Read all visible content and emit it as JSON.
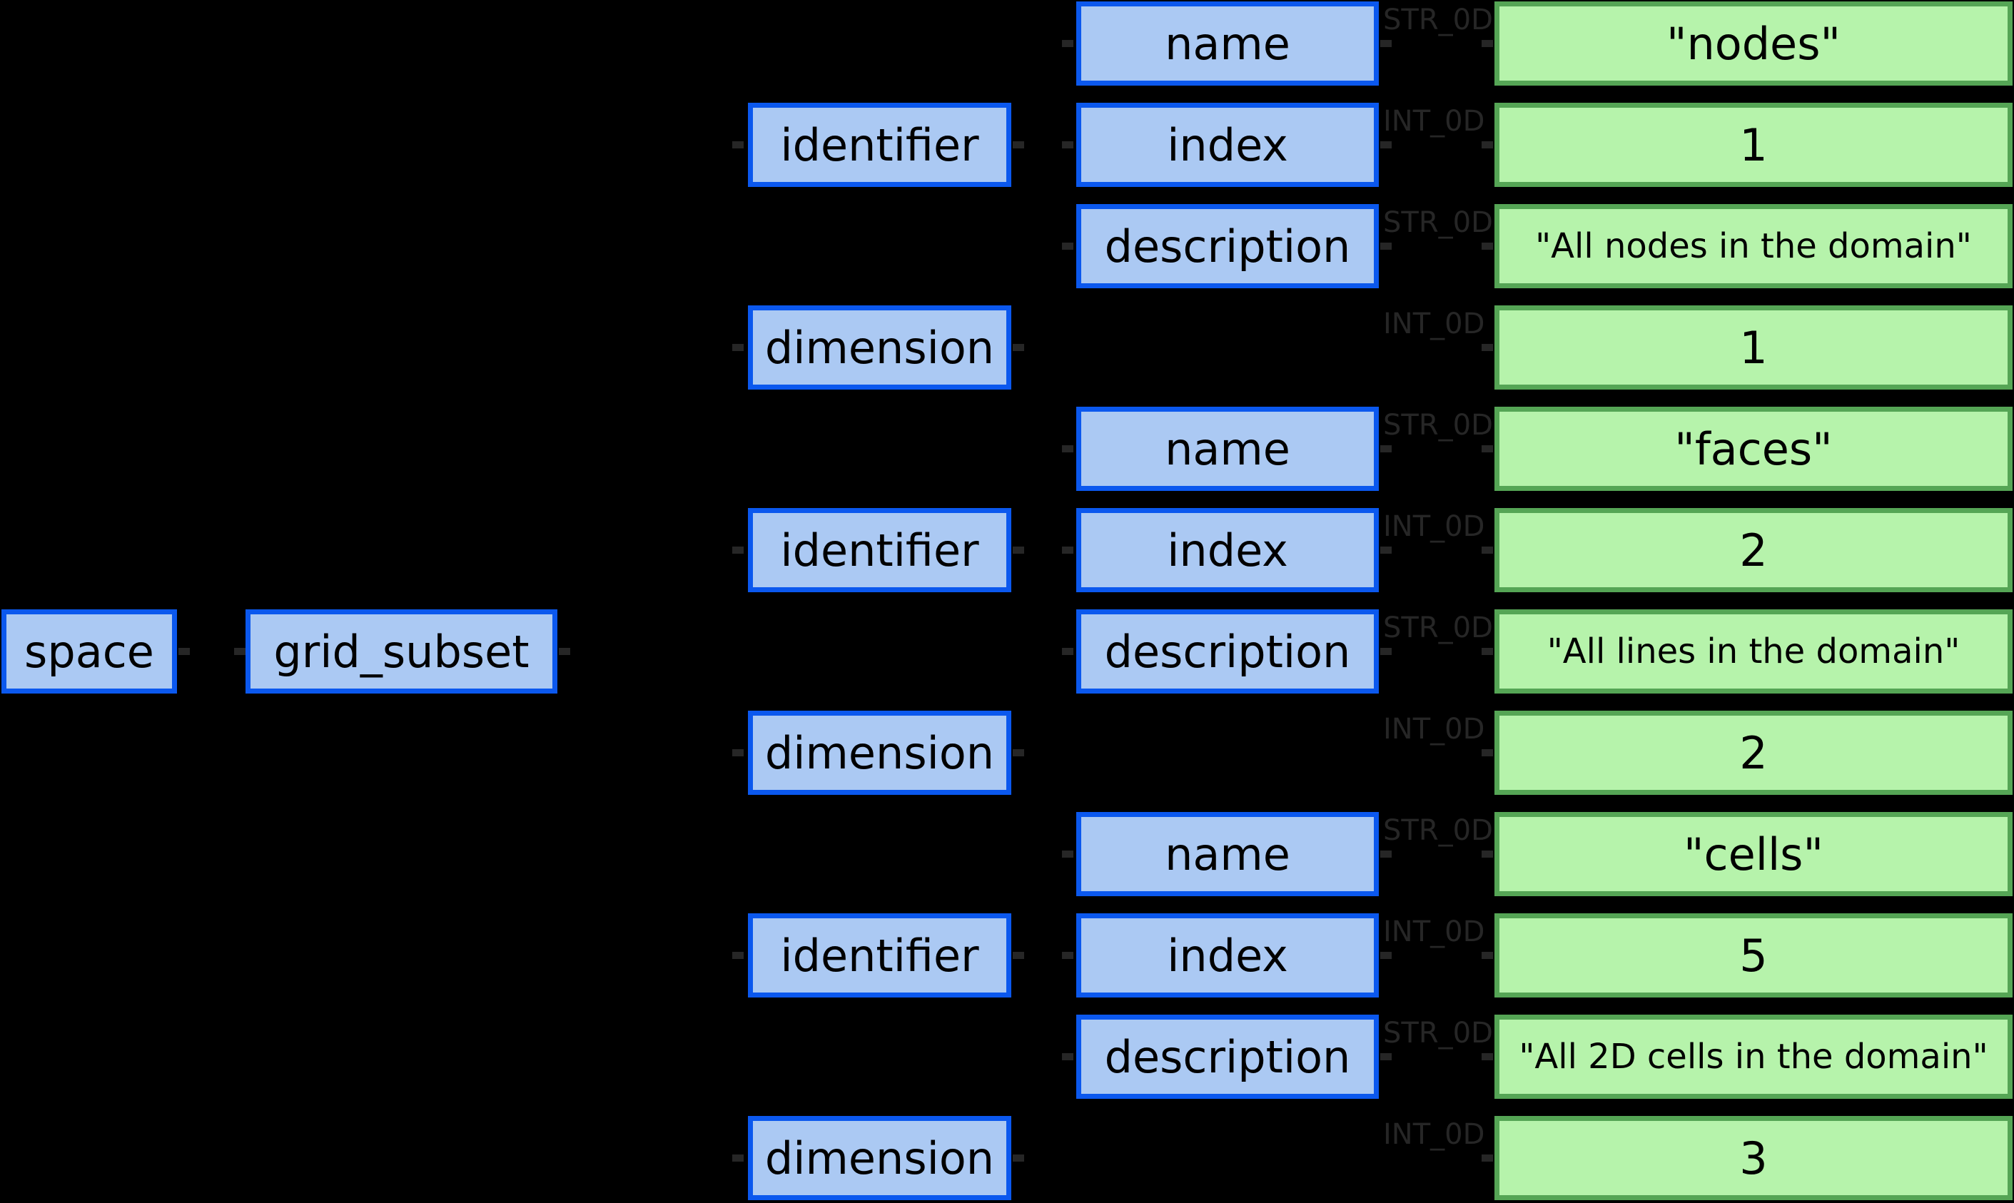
{
  "background": "#000000",
  "colors": {
    "node_fill": "#abc9f3",
    "node_border": "#0b58ee",
    "value_fill": "#b6f3ab",
    "value_border": "#55a555",
    "node_text": "#000000",
    "edge_label_color": "#262626"
  },
  "tree": {
    "root_label": "space",
    "child_label": "grid_subset"
  },
  "rows": [
    {
      "group_key": "",
      "attr_key": "name",
      "type": "STR_0D",
      "value": "\"nodes\""
    },
    {
      "group_key": "identifier",
      "attr_key": "index",
      "type": "INT_0D",
      "value": "1"
    },
    {
      "group_key": "",
      "attr_key": "description",
      "type": "STR_0D",
      "value": "\"All nodes in the domain\""
    },
    {
      "group_key": "dimension",
      "attr_key": "",
      "type": "INT_0D",
      "value": "1"
    },
    {
      "group_key": "",
      "attr_key": "name",
      "type": "STR_0D",
      "value": "\"faces\""
    },
    {
      "group_key": "identifier",
      "attr_key": "index",
      "type": "INT_0D",
      "value": "2"
    },
    {
      "group_key": "",
      "attr_key": "description",
      "type": "STR_0D",
      "value": "\"All lines in the domain\""
    },
    {
      "group_key": "dimension",
      "attr_key": "",
      "type": "INT_0D",
      "value": "2"
    },
    {
      "group_key": "",
      "attr_key": "name",
      "type": "STR_0D",
      "value": "\"cells\""
    },
    {
      "group_key": "identifier",
      "attr_key": "index",
      "type": "INT_0D",
      "value": "5"
    },
    {
      "group_key": "",
      "attr_key": "description",
      "type": "STR_0D",
      "value": "\"All 2D cells in the domain\""
    },
    {
      "group_key": "dimension",
      "attr_key": "",
      "type": "INT_0D",
      "value": "3"
    }
  ]
}
